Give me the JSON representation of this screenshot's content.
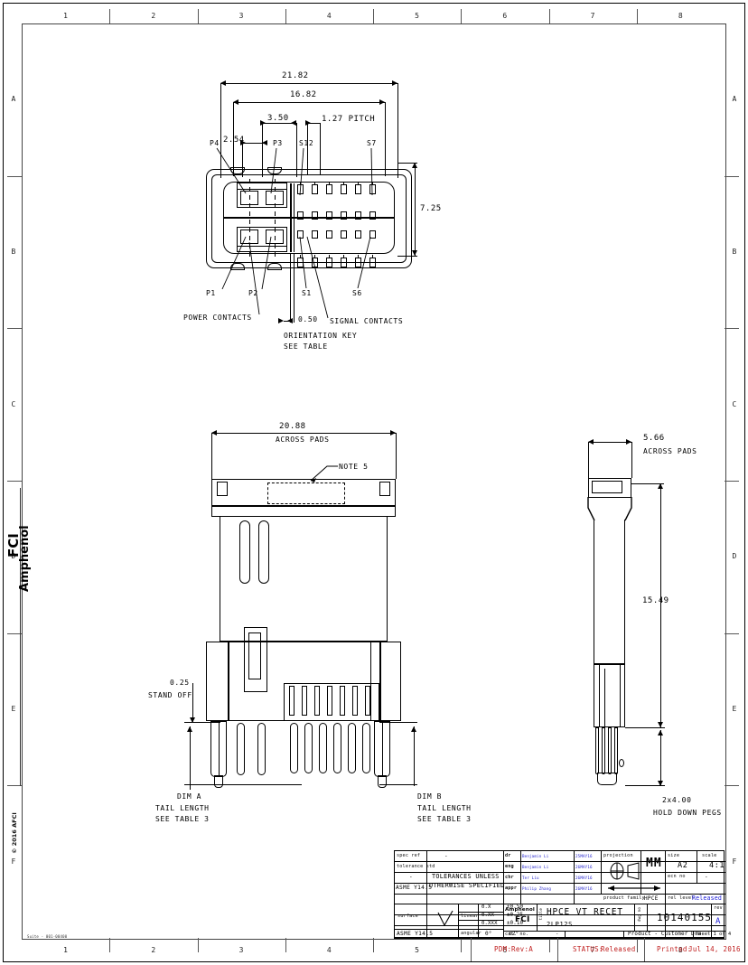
{
  "sheet": {
    "zones_top": [
      "1",
      "2",
      "3",
      "4",
      "5",
      "6",
      "7",
      "8"
    ],
    "zones_bottom": [
      "1",
      "2",
      "3",
      "4",
      "5",
      "6",
      "7",
      "8"
    ],
    "rows": [
      "A",
      "B",
      "C",
      "D",
      "E",
      "F"
    ],
    "left_logo": "Amphenol",
    "left_logo2": "FCI",
    "copyright": "© 2016 AFCI",
    "corner_code": "Suite - 001-00400"
  },
  "top_view": {
    "dim_overall": "21.82",
    "dim_inner": "16.82",
    "dim_3_50": "3.50",
    "dim_pitch": "1.27 PITCH",
    "dim_2_54": "2.54",
    "dim_height": "7.25",
    "dim_0_50": "0.50",
    "callout_p4": "P4",
    "callout_p3": "P3",
    "callout_p1": "P1",
    "callout_p2": "P2",
    "callout_s12": "S12",
    "callout_s7": "S7",
    "callout_s1": "S1",
    "callout_s6": "S6",
    "label_power": "POWER CONTACTS",
    "label_signal": "SIGNAL CONTACTS",
    "label_key1": "ORIENTATION KEY",
    "label_key2": "SEE TABLE"
  },
  "front_view": {
    "dim_across": "20.88",
    "dim_across_note": "ACROSS PADS",
    "note5": "NOTE 5",
    "standoff_dim": "0.25",
    "standoff_label": "STAND OFF",
    "dim_a": "DIM A",
    "dim_a_l1": "TAIL LENGTH",
    "dim_a_l2": "SEE TABLE 3",
    "dim_b": "DIM B",
    "dim_b_l1": "TAIL LENGTH",
    "dim_b_l2": "SEE TABLE 3"
  },
  "side_view": {
    "dim_across": "5.66",
    "dim_across_note": "ACROSS PADS",
    "dim_height": "15.49",
    "pegs_dim": "2x4.00",
    "pegs_label": "HOLD DOWN PEGS"
  },
  "title_block": {
    "spec_ref_k": "spec ref",
    "spec_ref_v": "-",
    "tolerance_std_k": "tolerance std",
    "tolerance_std_v": "-",
    "tolerance_std_v2": "ASME Y14.5",
    "tolerances_l1": "TOLERANCES UNLESS",
    "tolerances_l2": "OTHERWISE SPECIFIED",
    "surface_k": "surface",
    "linear_k": "linear",
    "angular_k": "angular",
    "asme_bottom": "ASME Y14.5",
    "tol_rows": [
      {
        "place": "0.X",
        "value": "±0.50"
      },
      {
        "place": "0.XX",
        "value": "±0.25"
      },
      {
        "place": "0.XXX",
        "value": "±0.10"
      }
    ],
    "angular_place": "0°",
    "angular_value": "±2°",
    "approvals": [
      {
        "role": "dr",
        "name": "Benjamin Li",
        "date": "25MAY16"
      },
      {
        "role": "eng",
        "name": "Benjamin Li",
        "date": "26MAY16"
      },
      {
        "role": "chr",
        "name": "Ter Liu",
        "date": "26MAY16"
      },
      {
        "role": "appr",
        "name": "Philip Zhang",
        "date": "26MAY16"
      }
    ],
    "projection_k": "projection",
    "units": "MM",
    "size_k": "size",
    "size_v": "A2",
    "scale_k": "scale",
    "scale_v": "4:1",
    "ecn_k": "ecn no",
    "ecn_v": "-",
    "product_family_k": "product family",
    "product_family_v": "HPCE",
    "rel_level_k": "rel level",
    "rel_level_v": "Released",
    "brand_1": "Amphenol",
    "brand_2": "FCI",
    "title_k": "title",
    "title_1": "HPCE VT RECET",
    "title_2": "2LP12S",
    "dwg_no_k": "dwg no",
    "dwg_no_v": "10140155",
    "rev_k": "rev",
    "rev_v": "A",
    "cat_no_k": "cat. no.",
    "cat_no_v": "-",
    "doc_type": "Product - Customer Drw",
    "sheet_no": "sheet 1 of 4"
  },
  "footer": {
    "zone": "5",
    "pdm": "PDM: Rev:A",
    "pdm_key": "PDM:",
    "pdm_val": "Rev:A",
    "status_key": "STATUS:",
    "status_val": "Released",
    "printed_key": "Printed:",
    "printed_val": "Jul 14, 2016"
  },
  "colors": {
    "line": "#000000",
    "status_red": "#c02020",
    "rel_blue": "#1a1ad6",
    "frame_gray": "#444444"
  }
}
